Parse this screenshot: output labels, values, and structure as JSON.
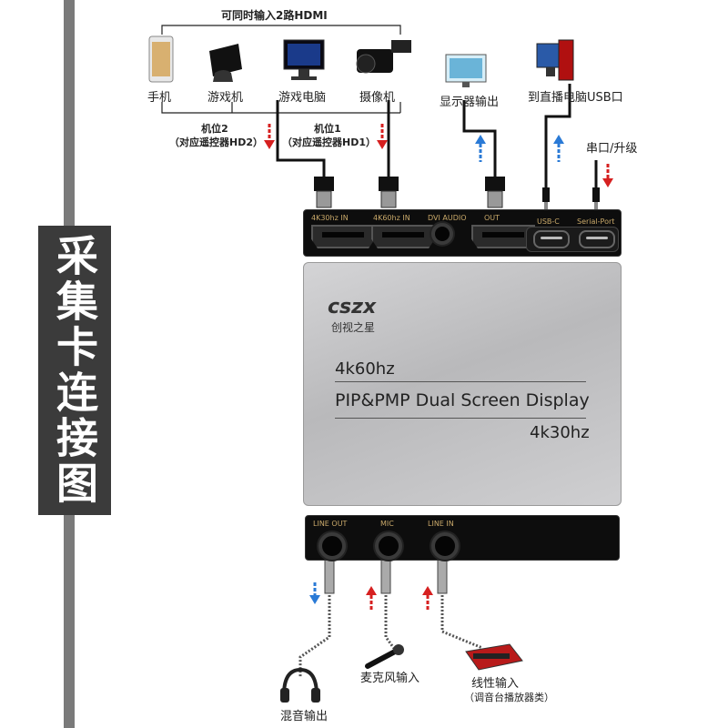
{
  "side_title": "采集卡连接图",
  "top_caption": "可同时输入2路HDMI",
  "devices": {
    "phone": "手机",
    "console": "游戏机",
    "gaming_pc": "游戏电脑",
    "camera": "摄像机",
    "monitor_out": "显示器输出",
    "stream_pc": "到直播电脑USB口",
    "serial": "串口/升级"
  },
  "positions": {
    "pos2_title": "机位2",
    "pos2_sub": "（对应遥控器HD2）",
    "pos1_title": "机位1",
    "pos1_sub": "（对应遥控器HD1）"
  },
  "top_panel": {
    "port1": "4K30hz IN",
    "port2": "4K60hz IN",
    "port3": "DVI AUDIO",
    "port4": "OUT",
    "port5": "USB-C",
    "port6": "Serial-Port"
  },
  "device_box": {
    "brand": "cszx",
    "brand_cn": "创视之星",
    "line1": "4k60hz",
    "line2": "PIP&PMP Dual Screen Display",
    "line3": "4k30hz"
  },
  "bottom_panel": {
    "port1": "LINE OUT",
    "port2": "MIC",
    "port3": "LINE IN"
  },
  "audio": {
    "mix_out": "混音输出",
    "mic_in": "麦克风输入",
    "line_in": "线性输入",
    "line_in_sub": "（调音台播放器类）"
  },
  "colors": {
    "arrow_red": "#d62020",
    "arrow_blue": "#2a7ad6",
    "panel": "#0d0d0d",
    "box": "#c4c4c6"
  }
}
